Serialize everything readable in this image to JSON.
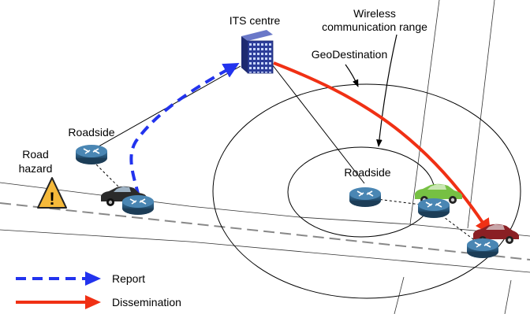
{
  "labels": {
    "its_centre": "ITS centre",
    "wireless_line1": "Wireless",
    "wireless_line2": "communication range",
    "geodestination": "GeoDestination",
    "roadside_left": "Roadside",
    "roadside_center": "Roadside",
    "road_hazard_line1": "Road",
    "road_hazard_line2": "hazard",
    "hazard_symbol": "!"
  },
  "legend": {
    "items": [
      {
        "label": "Report",
        "style": "dashed",
        "color": "#2233ee"
      },
      {
        "label": "Dissemination",
        "style": "solid",
        "color": "#f03014"
      }
    ]
  },
  "colors": {
    "report": "#2233ee",
    "dissemination": "#f03014",
    "router": "#2f5f84",
    "car_black": "#2b2b2b",
    "car_green": "#76c043",
    "car_red": "#8a1f24",
    "hazard": "#f5b93a",
    "building": "#3a4ba8"
  },
  "icons": {
    "router": "router-icon",
    "building": "building-icon",
    "hazard": "warning-sign-icon",
    "car": "car-icon"
  }
}
